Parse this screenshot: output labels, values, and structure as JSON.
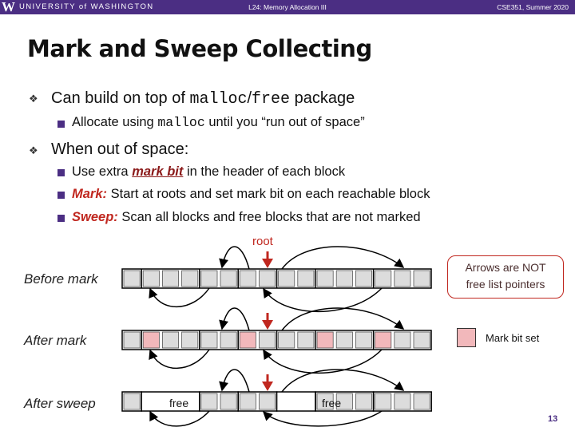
{
  "header": {
    "logo": "W",
    "university": "UNIVERSITY of WASHINGTON",
    "lecture": "L24: Memory Allocation III",
    "course": "CSE351, Summer 2020"
  },
  "title": "Mark and Sweep Collecting",
  "bullets": {
    "b1": {
      "pre": "Can build on top of ",
      "code1": "malloc",
      "slash": "/",
      "code2": "free",
      "post": " package"
    },
    "b1_sub": {
      "pre": "Allocate using ",
      "code": "malloc",
      "post": " until you “run out of space”"
    },
    "b2": "When out of space:",
    "b2_sub1": {
      "pre": "Use extra ",
      "em": "mark bit",
      "post": " in the header of each block"
    },
    "b2_sub2": {
      "em": "Mark:",
      "post": "  Start at roots and set mark bit on each reachable block"
    },
    "b2_sub3": {
      "em": "Sweep:",
      "post": "  Scan all blocks and free blocks that are not marked"
    }
  },
  "diagram": {
    "root_label": "root",
    "rows": [
      {
        "label": "Before mark"
      },
      {
        "label": "After mark"
      },
      {
        "label": "After sweep"
      }
    ],
    "free_labels": [
      "free",
      "free"
    ],
    "callout": {
      "line1": "Arrows are NOT",
      "line2": "free list pointers"
    },
    "legend": {
      "label": "Mark bit set",
      "color": "#f2b8bb"
    },
    "colors": {
      "accent": "#4b2e83",
      "cell": "#dcdcdc",
      "marked": "#f2b8bb",
      "root_arrow": "#c0271f"
    }
  },
  "page_number": "13"
}
